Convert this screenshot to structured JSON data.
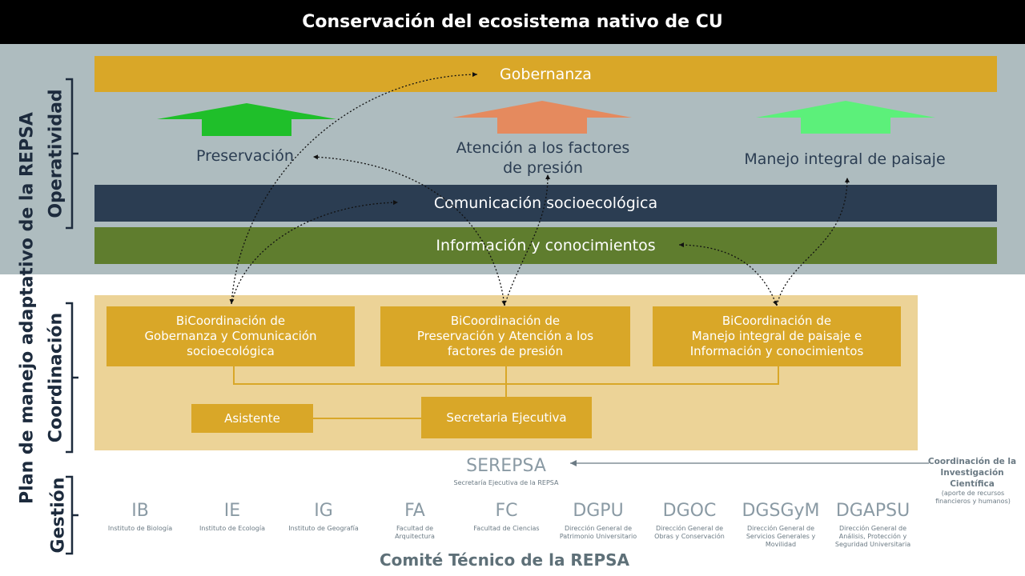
{
  "title": "Conservación del ecosistema nativo de CU",
  "side_labels": {
    "plan": "Plan de manejo adaptativo de la REPSA",
    "operatividad": "Operatividad",
    "coordinacion": "Coordinación",
    "gestion": "Gestión"
  },
  "bands": {
    "gobernanza": "Gobernanza",
    "comunicacion": "Comunicación socioecológica",
    "informacion": "Información y conocimientos"
  },
  "pillars": {
    "preservacion": "Preservación",
    "atencion_l1": "Atención a los factores",
    "atencion_l2": "de presión",
    "manejo": "Manejo integral de paisaje"
  },
  "coordination_boxes": [
    {
      "lines": [
        "BiCoordinación de",
        "Gobernanza y Comunicación",
        "socioecológica"
      ]
    },
    {
      "lines": [
        "BiCoordinación de",
        "Preservación y Atención a los",
        "factores de presión"
      ]
    },
    {
      "lines": [
        "BiCoordinación de",
        "Manejo integral de paisaje e",
        "Información y conocimientos"
      ]
    }
  ],
  "asistente": "Asistente",
  "secretaria": "Secretaria Ejecutiva",
  "serepsa": {
    "abbr": "SEREPSA",
    "desc": "Secretaría Ejecutiva de la REPSA"
  },
  "cic": {
    "title": "Coordinación de la Investigación Científica",
    "sub": "(aporte de recursos financieros y humanos)"
  },
  "units": [
    {
      "abbr": "IB",
      "desc": "Instituto de Biología"
    },
    {
      "abbr": "IE",
      "desc": "Instituto de Ecología"
    },
    {
      "abbr": "IG",
      "desc": "Instituto de Geografía"
    },
    {
      "abbr": "FA",
      "desc": "Facultad de Arquitectura"
    },
    {
      "abbr": "FC",
      "desc": "Facultad de Ciencias"
    },
    {
      "abbr": "DGPU",
      "desc": "Dirección General de Patrimonio Universitario"
    },
    {
      "abbr": "DGOC",
      "desc": "Dirección General de Obras y Conservación"
    },
    {
      "abbr": "DGSGyM",
      "desc": "Dirección General de Servicios Generales y Movilidad"
    },
    {
      "abbr": "DGAPSU",
      "desc": "Dirección General de Análisis, Protección y Seguridad Universitaria"
    }
  ],
  "comite": "Comité Técnico de la REPSA",
  "colors": {
    "gold": "#d9a728",
    "navy": "#2b3d52",
    "olive": "#5f7d2e",
    "arrow_green": "#1fbf2a",
    "arrow_orange": "#e58a5e",
    "arrow_lightgreen": "#5cf07a"
  }
}
